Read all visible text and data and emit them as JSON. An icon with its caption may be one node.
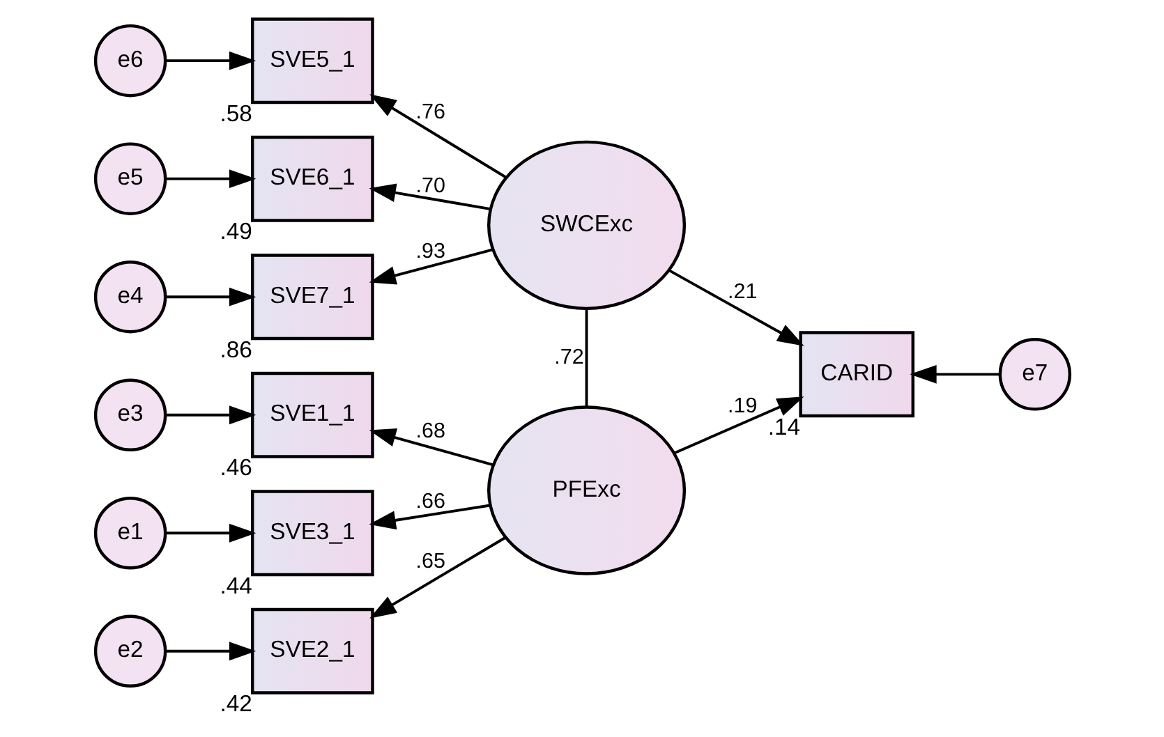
{
  "diagram": {
    "nodes": [
      {
        "text": [
          "e3"
        ]
      },
      {
        "text": [
          "SVE1_1"
        ],
        "beside": [
          ".46"
        ]
      },
      {
        "text": [
          "e2"
        ]
      },
      {
        "text": [
          "SVE2_1"
        ],
        "beside": [
          ".42"
        ]
      },
      {
        "text": [
          "e1"
        ]
      },
      {
        "text": [
          "SVE3_1"
        ],
        "beside": [
          ".44"
        ]
      },
      {
        "text": [
          "PFExc"
        ]
      },
      {
        "text": [
          "CARID"
        ],
        "beside": [
          ".14"
        ]
      },
      {
        "text": [
          "e7"
        ]
      },
      {
        "text": [
          "e6"
        ]
      },
      {
        "text": [
          "SVE5_1"
        ],
        "beside": [
          ".58"
        ]
      },
      {
        "text": [
          "e5"
        ]
      },
      {
        "text": [
          "SVE6_1"
        ],
        "beside": [
          ".49"
        ]
      },
      {
        "text": [
          "e4"
        ]
      },
      {
        "text": [
          "SVE7_1"
        ],
        "beside": [
          ".86"
        ]
      },
      {
        "text": [
          "SWCExc"
        ]
      }
    ],
    "edges": [
      {
        "from": 0,
        "to": 1,
        "arrow": "to"
      },
      {
        "from": 6,
        "to": 1,
        "arrow": "to",
        "label": ".68"
      },
      {
        "from": 2,
        "to": 3,
        "arrow": "to"
      },
      {
        "from": 6,
        "to": 3,
        "arrow": "to",
        "label": ".65"
      },
      {
        "from": 4,
        "to": 5,
        "arrow": "to"
      },
      {
        "from": 6,
        "to": 5,
        "arrow": "to",
        "label": ".66"
      },
      {
        "from": 6,
        "to": 7,
        "arrow": "to",
        "label": ".19"
      },
      {
        "from": 6,
        "to": 15,
        "arrow": "none",
        "label": ".72"
      },
      {
        "from": 8,
        "to": 7,
        "arrow": "to"
      },
      {
        "from": 9,
        "to": 10,
        "arrow": "to"
      },
      {
        "from": 15,
        "to": 10,
        "arrow": "to",
        "label": ".76"
      },
      {
        "from": 11,
        "to": 12,
        "arrow": "to"
      },
      {
        "from": 15,
        "to": 12,
        "arrow": "to",
        "label": ".70"
      },
      {
        "from": 13,
        "to": 14,
        "arrow": "to"
      },
      {
        "from": 15,
        "to": 14,
        "arrow": "to",
        "label": ".93"
      },
      {
        "from": 15,
        "to": 7,
        "arrow": "to",
        "label": ".21"
      }
    ]
  }
}
